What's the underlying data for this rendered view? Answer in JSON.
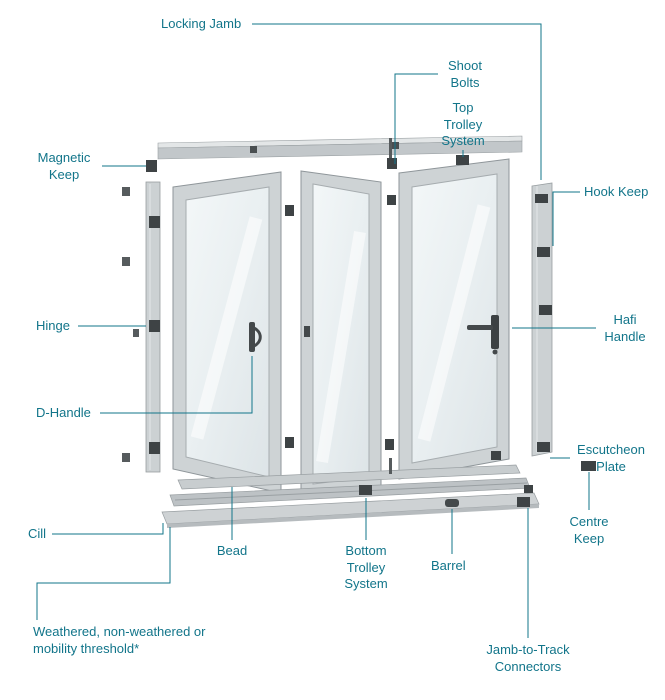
{
  "accent": "#12758a",
  "labels": {
    "locking_jamb": "Locking Jamb",
    "shoot_bolts": "Shoot Bolts",
    "top_trolley_system": "Top Trolley System",
    "magnetic_keep": "Magnetic Keep",
    "hook_keep": "Hook Keep",
    "hinge": "Hinge",
    "hafi_handle": "Hafi Handle",
    "d_handle": "D-Handle",
    "escutcheon_plate": "Escutcheon Plate",
    "cill": "Cill",
    "bead": "Bead",
    "bottom_trolley_system": "Bottom Trolley System",
    "barrel": "Barrel",
    "centre_keep": "Centre Keep",
    "threshold": "Weathered, non-weathered or mobility threshold*",
    "jamb_to_track_connectors": "Jamb-to-Track Connectors"
  }
}
